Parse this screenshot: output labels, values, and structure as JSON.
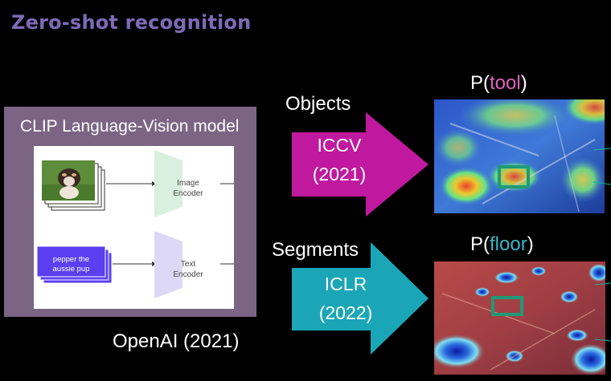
{
  "title": "Zero-shot recognition",
  "clip": {
    "title": "CLIP Language-Vision model",
    "image_encoder": [
      "Image",
      "Encoder"
    ],
    "text_encoder": [
      "Text",
      "Encoder"
    ],
    "text_card": [
      "pepper the",
      "aussie pup"
    ],
    "credit": "OpenAI (2021)"
  },
  "objects": {
    "label": "Objects",
    "venue": "ICCV",
    "year": "(2021)",
    "arrow_color": "#c0199f",
    "prob_prefix": "P(",
    "prob_word": "tool",
    "prob_suffix": ")",
    "word_color": "#e060c0"
  },
  "segments": {
    "label": "Segments",
    "venue": "ICLR",
    "year": "(2022)",
    "arrow_color": "#1aa6b7",
    "prob_prefix": "P(",
    "prob_word": "floor",
    "prob_suffix": ")",
    "word_color": "#37b6c8"
  },
  "colors": {
    "title": "#7d6ab8",
    "panel": "#7b6484",
    "image_encoder": "#d9f0de",
    "text_encoder": "#dcd8f5",
    "text_card": "#5b3ff0"
  }
}
